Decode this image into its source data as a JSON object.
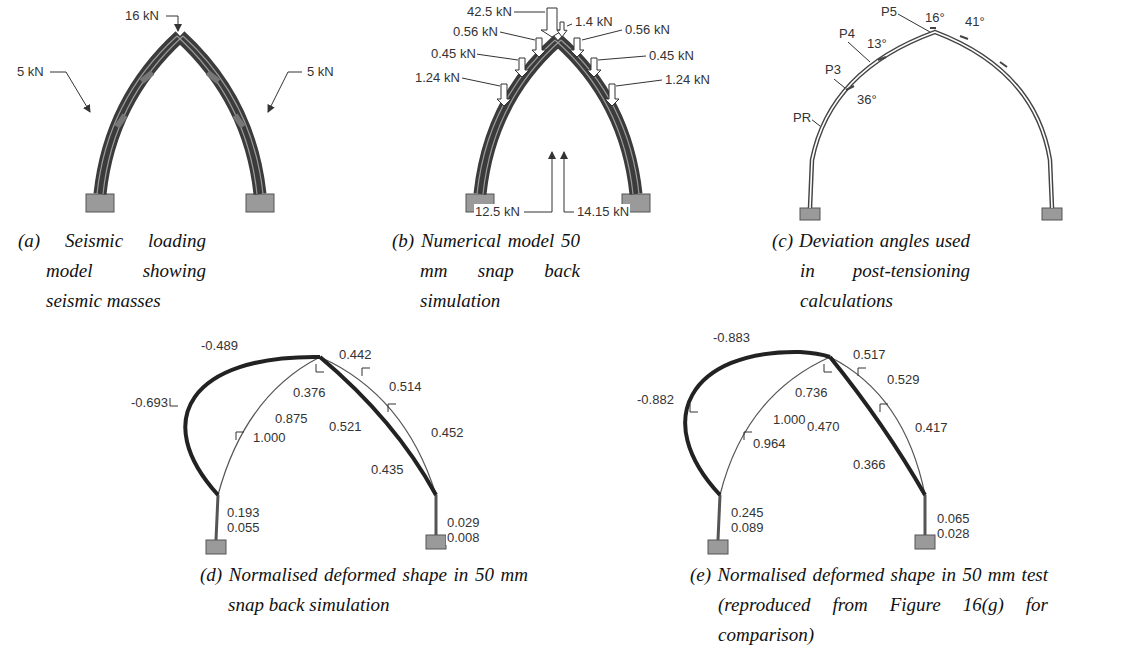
{
  "diagram": {
    "labels": [
      "16 kN",
      "5 kN",
      "5 kN",
      "42.5 kN",
      "1.4 kN",
      "0.56 kN",
      "0.56 kN",
      "0.45 kN",
      "0.45 kN",
      "1.24 kN",
      "1.24 kN",
      "12.5 kN",
      "14.15 kN",
      "P5",
      "P4",
      "16°",
      "41°",
      "13°",
      "P3",
      "36°",
      "PR",
      "(a) Seismic loading model showing seismic masses",
      "(b) Numerical model 50 mm snap back simulation",
      "(c) Deviation angles used in post-tensioning calculations",
      "-0.489",
      "0.442",
      "-0.693",
      "0.376",
      "0.514",
      "1.000",
      "0.875",
      "0.521",
      "0.452",
      "0.435",
      "0.193",
      "0.055",
      "0.029",
      "0.008",
      "(d) Normalised deformed shape in 50 mm snap back simulation",
      "-0.883",
      "0.517",
      "-0.882",
      "0.736",
      "0.529",
      "1.000",
      "0.964",
      "0.470",
      "0.417",
      "0.366",
      "0.245",
      "0.089",
      "0.065",
      "0.028",
      "(e) Normalised deformed shape in 50 mm test (reproduced from Figure 16(g) for comparison)"
    ]
  }
}
